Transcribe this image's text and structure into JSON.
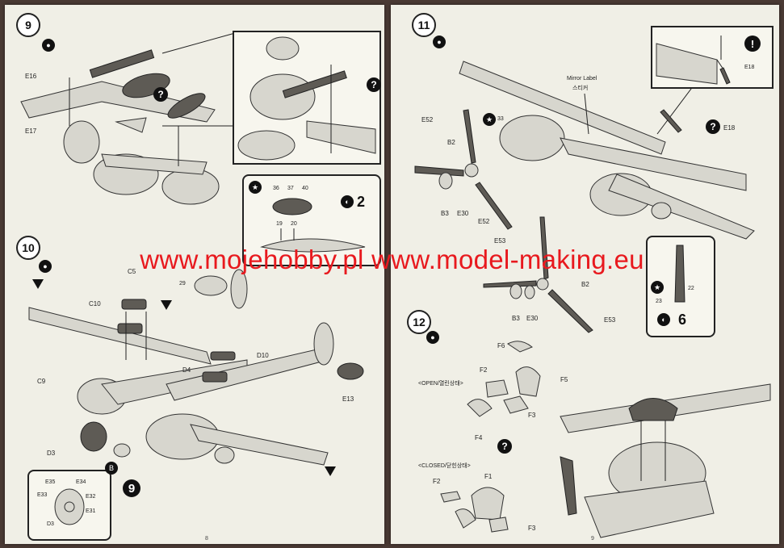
{
  "left_page": {
    "page_number": "8",
    "step9": {
      "number": "9",
      "labels": {
        "e16": "E16",
        "e17": "E17"
      },
      "bomb_box": {
        "part_a": "36",
        "part_b": "37",
        "part_c": "40",
        "part_d": "19",
        "part_e": "20",
        "count": "2"
      }
    },
    "step10": {
      "number": "10",
      "labels": {
        "c5": "C5",
        "c10": "C10",
        "c9": "C9",
        "d4": "D4",
        "d10": "D10",
        "d3": "D3",
        "e13": "E13",
        "ref29": "29"
      },
      "detail_box": {
        "e35": "E35",
        "e34": "E34",
        "e33": "E33",
        "e32": "E32",
        "e31": "E31",
        "d3": "D3"
      },
      "sub_marker": "9",
      "letter_marker": "B"
    }
  },
  "right_page": {
    "page_number": "9",
    "step11": {
      "number": "11",
      "mirror_label": "Mirror Label",
      "mirror_label_ko": "스티커",
      "labels": {
        "e52a": "E52",
        "b2": "B2",
        "b3": "B3",
        "e30": "E30",
        "e52b": "E52",
        "e53a": "E53",
        "b2b": "B2",
        "b3b": "B3",
        "e30b": "E30",
        "e53b": "E53",
        "e18a": "E18",
        "e18b": "E18",
        "ref33": "33"
      },
      "prop_box": {
        "p22": "22",
        "p23": "23",
        "count": "6"
      }
    },
    "step12": {
      "number": "12",
      "open_label": "<OPEN/열린상태>",
      "closed_label": "<CLOSED/닫힌상태>",
      "labels": {
        "f6": "F6",
        "f2": "F2",
        "f5": "F5",
        "f3": "F3",
        "f4": "F4",
        "f2b": "F2",
        "f1": "F1",
        "f3b": "F3"
      }
    }
  },
  "watermark": "www.mojehobby.pl www.model-making.eu",
  "colors": {
    "watermark": "#e8191e",
    "paper": "#f0efe6",
    "background": "#4a3a34"
  }
}
